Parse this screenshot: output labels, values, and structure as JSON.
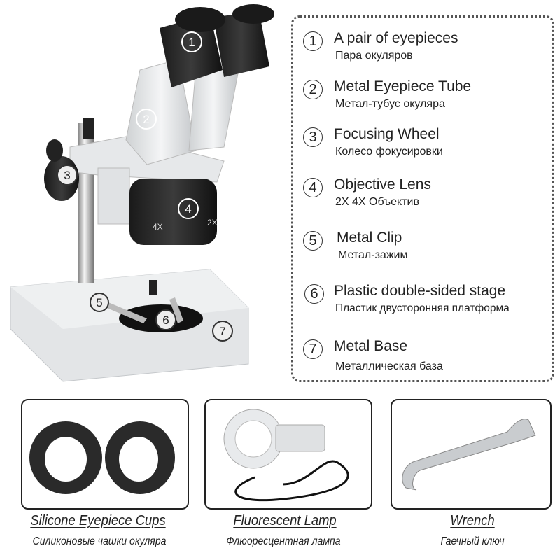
{
  "microscope": {
    "callouts": [
      "1",
      "2",
      "3",
      "4",
      "5",
      "6",
      "7"
    ],
    "lens_markings": [
      "4X",
      "2X"
    ]
  },
  "parts": [
    {
      "number": "1",
      "title": "A pair of eyepieces",
      "subtitle": "Пара окуляров"
    },
    {
      "number": "2",
      "title": "Metal Eyepiece Tube",
      "subtitle": "Метал-тубус окуляра"
    },
    {
      "number": "3",
      "title": "Focusing Wheel",
      "subtitle": "Колесо фокусировки"
    },
    {
      "number": "4",
      "title": "Objective Lens",
      "subtitle": "2X 4X Объектив"
    },
    {
      "number": "5",
      "title": "Metal Clip",
      "subtitle": "Метал-зажим"
    },
    {
      "number": "6",
      "title": "Plastic double-sided stage",
      "subtitle": "Пластик двусторонняя платформа"
    },
    {
      "number": "7",
      "title": "Metal Base",
      "subtitle": "Металлическая база"
    }
  ],
  "accessories": [
    {
      "title": "Silicone Eyepiece Cups",
      "subtitle": "Силиконовые чашки окуляра"
    },
    {
      "title": "Fluorescent Lamp",
      "subtitle": "Флюоресцентная лампа"
    },
    {
      "title": "Wrench",
      "subtitle": "Гаечный ключ"
    }
  ]
}
